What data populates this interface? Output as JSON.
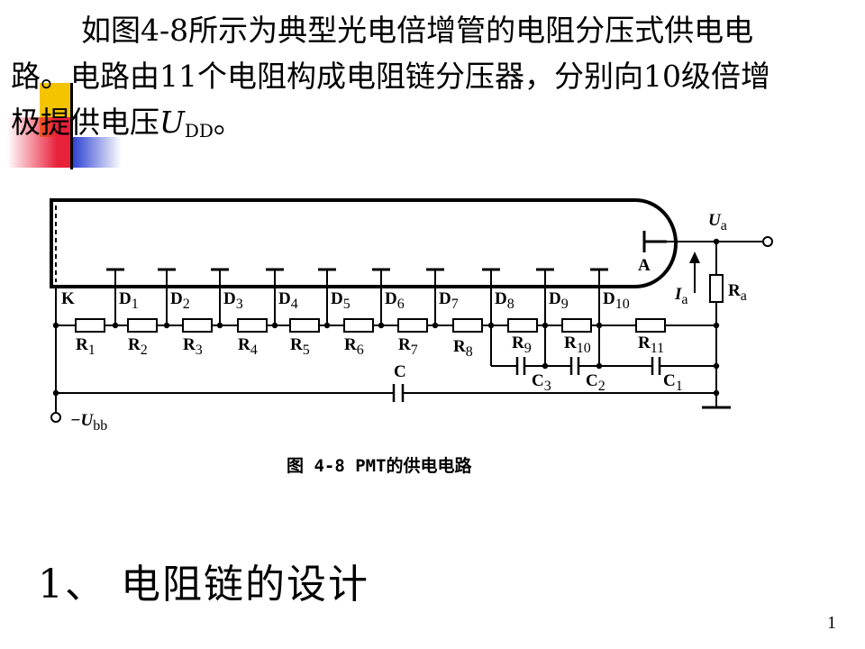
{
  "paragraph": {
    "line1": "如图4-8所示为典型光电倍增管的电阻分压式供电电",
    "line2": "路。电路由11个电阻构成电阻链分压器，分别向10级倍增",
    "line3_pre": "极提供电压",
    "line3_var": "U",
    "line3_sub": "DD",
    "line3_post": "。"
  },
  "figure": {
    "caption": "图 4-8 PMT的供电电路",
    "cathode": "K",
    "anode": "A",
    "dynodes": [
      "1",
      "2",
      "3",
      "4",
      "5",
      "6",
      "7",
      "8",
      "9",
      "10"
    ],
    "dynode_letter": "D",
    "resistors": [
      "1",
      "2",
      "3",
      "4",
      "5",
      "6",
      "7",
      "8",
      "9",
      "10",
      "11"
    ],
    "resistor_letter": "R",
    "capacitors": [
      "3",
      "2",
      "1"
    ],
    "capacitor_letter": "C",
    "big_capacitor": "C",
    "ra": {
      "letter": "R",
      "sub": "a"
    },
    "ia": {
      "letter": "I",
      "sub": "a"
    },
    "ua": {
      "letter": "U",
      "sub": "a"
    },
    "ubb": {
      "prefix": "−",
      "letter": "U",
      "sub": "bb"
    }
  },
  "section_title": "1、 电阻链的设计",
  "page_number": "1",
  "colors": {
    "deco_yellow": "#f5c400",
    "deco_red": "#e8203a",
    "deco_blue": "#2a3fd0",
    "line": "#000000"
  }
}
